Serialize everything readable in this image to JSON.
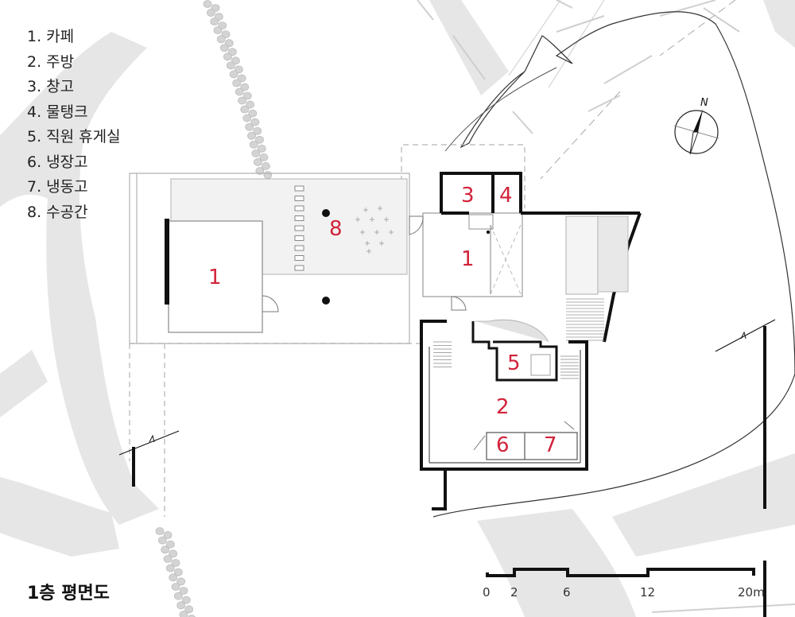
{
  "legend": [
    "1. 카페",
    "2. 주방",
    "3. 창고",
    "4. 물탱크",
    "5. 직원 휴게실",
    "6. 냉장고",
    "7. 냉동고",
    "8. 수공간"
  ],
  "plan_title": "1층 평면도",
  "north_label": "N",
  "scale_ticks": [
    "0",
    "2",
    "6",
    "12",
    "20m"
  ],
  "room_labels": [
    "1",
    "8",
    "1",
    "3",
    "4",
    "5",
    "2",
    "6",
    "7"
  ],
  "colors": {
    "room_label": "#d2233a",
    "wall": "#111111",
    "road": "#e6e6e6",
    "pebbles": "#d4d4d4"
  }
}
